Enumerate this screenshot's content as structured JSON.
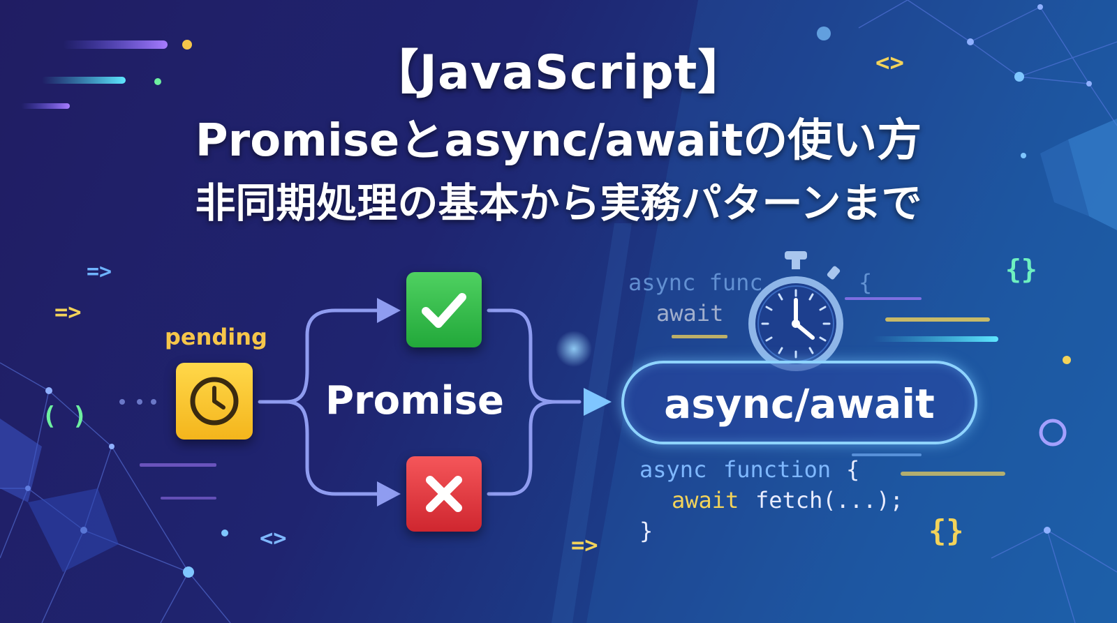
{
  "title": {
    "line1": "【JavaScript】",
    "line2": "Promiseとasync/awaitの使い方",
    "line3": "非同期処理の基本から実務パターンまで"
  },
  "diagram": {
    "pending_label": "pending",
    "promise_label": "Promise",
    "async_await_label": "async/await",
    "pending_icon": "clock-icon",
    "resolved_icon": "check-icon",
    "rejected_icon": "x-icon"
  },
  "code": {
    "faded_line1": "async func",
    "faded_line1_end": "{",
    "faded_line2": "await",
    "line1_keyword": "async",
    "line1_name": "function",
    "line1_brace": "{",
    "line2_keyword": "await",
    "line2_call": "fetch(...);",
    "line3": "}"
  },
  "decorations": {
    "arrow_symbol": "=>",
    "tag_symbol": "<>",
    "brace_symbol": "{}",
    "paren_symbol": "( )"
  },
  "colors": {
    "pending": "#f4b51c",
    "resolved": "#22a83a",
    "rejected": "#cf262f",
    "flow_line": "#8f9cf0",
    "code_keyword": "#7fb8ff",
    "code_yellow": "#f3d35a"
  }
}
